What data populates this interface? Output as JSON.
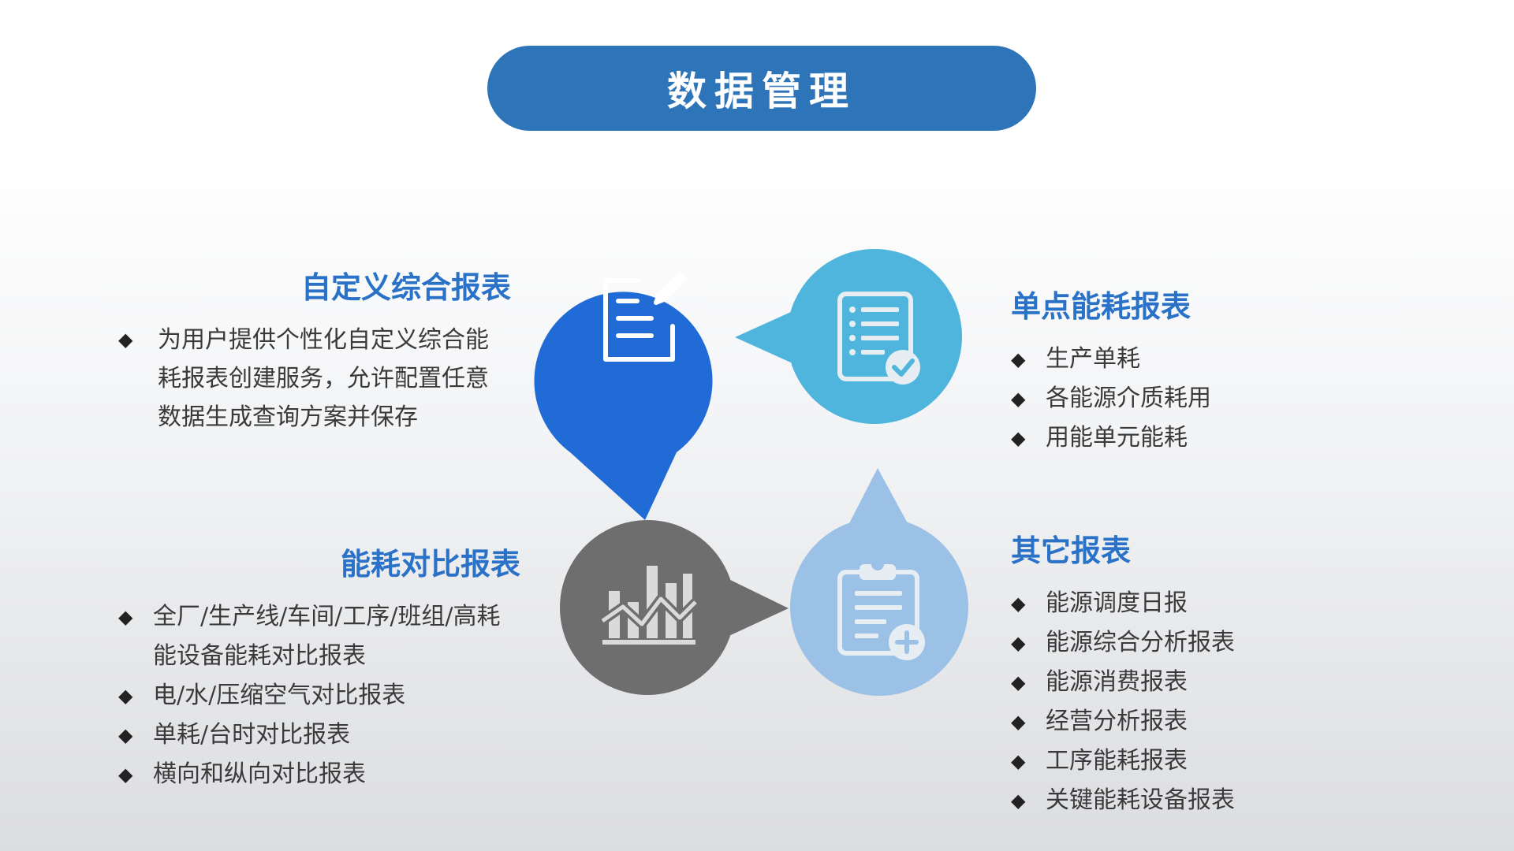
{
  "title": "数据管理",
  "colors": {
    "title_pill": "#2e74b8",
    "heading": "#2a72c8",
    "bubble_blue": "#216bd6",
    "bubble_cyan": "#4fb5dc",
    "bubble_gray": "#6f6e6f",
    "bubble_light": "#9bc1e6"
  },
  "sections": {
    "custom": {
      "heading": "自定义综合报表",
      "items": [
        "为用户提供个性化自定义综合能耗报表创建服务，允许配置任意数据生成查询方案并保存"
      ],
      "icon": "edit-document-icon"
    },
    "single": {
      "heading": "单点能耗报表",
      "items": [
        "生产单耗",
        "各能源介质耗用",
        "用能单元能耗"
      ],
      "icon": "checklist-icon"
    },
    "compare": {
      "heading": "能耗对比报表",
      "items": [
        "全厂/生产线/车间/工序/班组/高耗能设备能耗对比报表",
        "电/水/压缩空气对比报表",
        "单耗/台时对比报表",
        "横向和纵向对比报表"
      ],
      "icon": "bar-chart-icon"
    },
    "other": {
      "heading": "其它报表",
      "items": [
        "能源调度日报",
        "能源综合分析报表",
        "能源消费报表",
        "经营分析报表",
        "工序能耗报表",
        "关键能耗设备报表"
      ],
      "icon": "clipboard-add-icon"
    }
  }
}
